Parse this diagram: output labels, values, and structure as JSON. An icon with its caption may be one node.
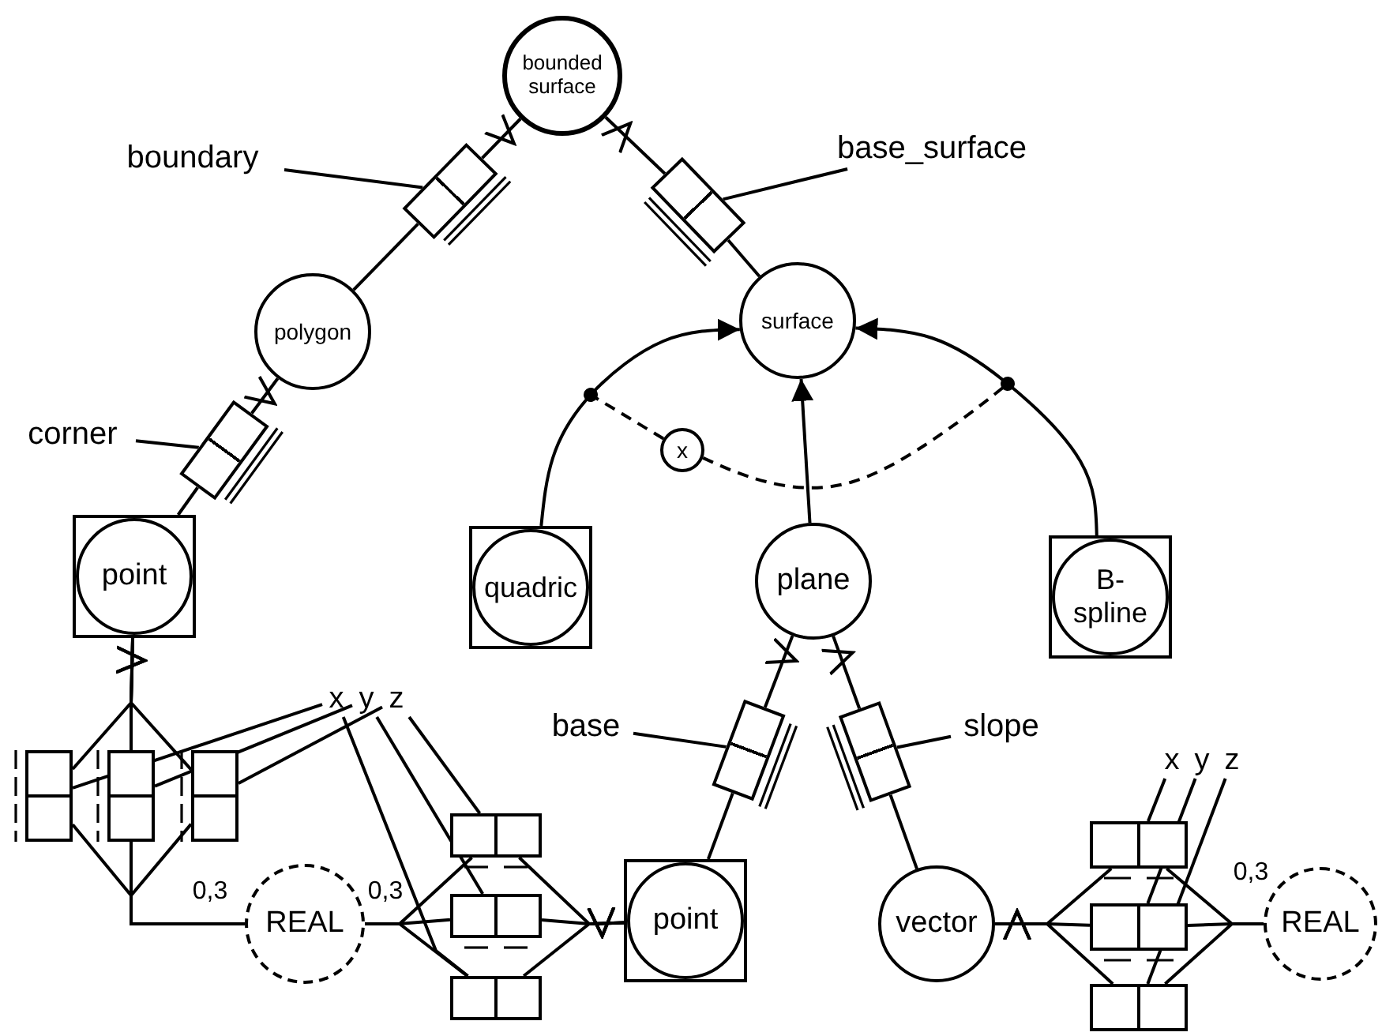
{
  "diagram": {
    "nodes": [
      {
        "text": [
          "bounded surface"
        ]
      },
      {
        "text": [
          "boundary"
        ]
      },
      {
        "text": [],
        "shape": "box"
      },
      {
        "text": [
          "base_surface"
        ]
      },
      {
        "text": [],
        "shape": "box"
      },
      {
        "text": [
          "polygon"
        ]
      },
      {
        "text": [
          "surface"
        ]
      },
      {
        "text": [
          "corner"
        ]
      },
      {
        "text": [],
        "shape": "box"
      },
      {
        "text": [
          "point"
        ]
      },
      {
        "text": [
          "x"
        ]
      },
      {
        "text": [
          "quadric"
        ]
      },
      {
        "text": [
          "plane"
        ]
      },
      {
        "text": [
          "B-spline"
        ]
      },
      {
        "text": [
          "base"
        ]
      },
      {
        "text": [],
        "shape": "box"
      },
      {
        "text": [
          "slope"
        ]
      },
      {
        "text": [],
        "shape": "box"
      },
      {
        "text": [],
        "shape": "box"
      },
      {
        "text": [],
        "shape": "box"
      },
      {
        "text": [],
        "shape": "box"
      },
      {
        "text": [
          "x"
        ]
      },
      {
        "text": [
          "y"
        ]
      },
      {
        "text": [
          "z"
        ]
      },
      {
        "text": [],
        "shape": "box"
      },
      {
        "text": [],
        "shape": "box"
      },
      {
        "text": [],
        "shape": "box"
      },
      {
        "text": [
          "REAL"
        ]
      },
      {
        "text": [
          "point"
        ]
      },
      {
        "text": [
          "vector"
        ]
      },
      {
        "text": [
          "x"
        ]
      },
      {
        "text": [
          "y"
        ]
      },
      {
        "text": [
          "z"
        ]
      },
      {
        "text": [],
        "shape": "box"
      },
      {
        "text": [],
        "shape": "box"
      },
      {
        "text": [],
        "shape": "box"
      },
      {
        "text": [
          "REAL"
        ]
      }
    ],
    "edges": [
      {
        "from": 2,
        "to": 0,
        "arrow": "other"
      },
      {
        "from": 2,
        "to": 5,
        "arrow": "none"
      },
      {
        "from": 1,
        "to": 2,
        "arrow": "none"
      },
      {
        "from": 4,
        "to": 0,
        "arrow": "other"
      },
      {
        "from": 4,
        "to": 6,
        "arrow": "none"
      },
      {
        "from": 3,
        "to": 4,
        "arrow": "none"
      },
      {
        "from": 8,
        "to": 5,
        "arrow": "other"
      },
      {
        "from": 8,
        "to": 9,
        "arrow": "none"
      },
      {
        "from": 7,
        "to": 8,
        "arrow": "none"
      },
      {
        "from": 11,
        "to": 6,
        "arrow": "to"
      },
      {
        "from": 13,
        "to": 6,
        "arrow": "to"
      },
      {
        "from": 12,
        "to": 6,
        "arrow": "to"
      },
      {
        "from": 10,
        "to": null,
        "arrow": "other",
        "style": "dashed"
      },
      {
        "from": 10,
        "to": null,
        "arrow": "other",
        "style": "dashed"
      },
      {
        "from": 15,
        "to": 12,
        "arrow": "other"
      },
      {
        "from": 15,
        "to": 28,
        "arrow": "none"
      },
      {
        "from": 14,
        "to": 15,
        "arrow": "none"
      },
      {
        "from": 17,
        "to": 12,
        "arrow": "other"
      },
      {
        "from": 17,
        "to": 29,
        "arrow": "none"
      },
      {
        "from": 16,
        "to": 17,
        "arrow": "none"
      },
      {
        "from": 18,
        "to": 9,
        "arrow": "other"
      },
      {
        "from": 19,
        "to": 9,
        "arrow": "other"
      },
      {
        "from": 20,
        "to": 9,
        "arrow": "other"
      },
      {
        "from": 18,
        "to": 27,
        "arrow": "none"
      },
      {
        "from": 19,
        "to": 27,
        "arrow": "none"
      },
      {
        "from": 20,
        "to": 27,
        "arrow": "none"
      },
      {
        "from": 24,
        "to": 27,
        "arrow": "none"
      },
      {
        "from": 25,
        "to": 27,
        "arrow": "none"
      },
      {
        "from": 26,
        "to": 27,
        "arrow": "none"
      },
      {
        "from": 24,
        "to": 28,
        "arrow": "other"
      },
      {
        "from": 25,
        "to": 28,
        "arrow": "other"
      },
      {
        "from": 26,
        "to": 28,
        "arrow": "other"
      },
      {
        "from": 33,
        "to": 29,
        "arrow": "other"
      },
      {
        "from": 34,
        "to": 29,
        "arrow": "other"
      },
      {
        "from": 35,
        "to": 29,
        "arrow": "other"
      },
      {
        "from": 33,
        "to": 36,
        "arrow": "none"
      },
      {
        "from": 34,
        "to": 36,
        "arrow": "none"
      },
      {
        "from": 35,
        "to": 36,
        "arrow": "none"
      },
      {
        "from": 21,
        "to": 18,
        "arrow": "none"
      },
      {
        "from": 21,
        "to": 26,
        "arrow": "none"
      },
      {
        "from": 22,
        "to": 19,
        "arrow": "none"
      },
      {
        "from": 22,
        "to": 25,
        "arrow": "none"
      },
      {
        "from": 23,
        "to": 20,
        "arrow": "none"
      },
      {
        "from": 23,
        "to": 24,
        "arrow": "none"
      },
      {
        "from": 30,
        "to": 33,
        "arrow": "none"
      },
      {
        "from": 31,
        "to": 34,
        "arrow": "none"
      },
      {
        "from": 32,
        "to": 35,
        "arrow": "none"
      }
    ],
    "labels": [
      "0,3",
      "0,3",
      "0,3"
    ]
  }
}
